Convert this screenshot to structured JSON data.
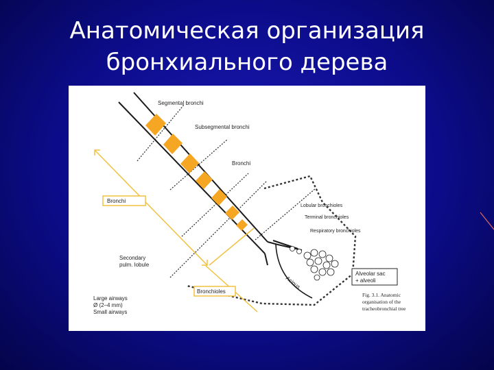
{
  "slide": {
    "title_line1": "Анатомическая организация",
    "title_line2": "бронхиального дерева"
  },
  "diagram": {
    "labels": {
      "segmental": "Segmental bronchi",
      "subsegmental": "Subsegmental bronchi",
      "bronchi": "Bronchi",
      "lobular": "Lobular bronchioles",
      "terminal": "Terminal bronchioles",
      "respiratory": "Respiratory bronchioles",
      "bronchi_box": "Bronchi",
      "bronchioles_box": "Bronchioles",
      "secondary_1": "Secondary",
      "secondary_2": "pulm. lobule",
      "acinus": "Acinus",
      "alveolar_1": "Alveolar sac",
      "alveolar_2": "+ alveoli",
      "large_airways": "Large airways",
      "diameter": "Ø (2–4 mm)",
      "small_airways": "Small airways",
      "caption_1": "Fig. 3.1. Anatomic",
      "caption_2": "organisation of the",
      "caption_3": "tracheobronchial tree"
    },
    "colors": {
      "cartilage": "#f5a623",
      "airway": "#1a1a1a",
      "bracket": "#f0c040"
    }
  }
}
